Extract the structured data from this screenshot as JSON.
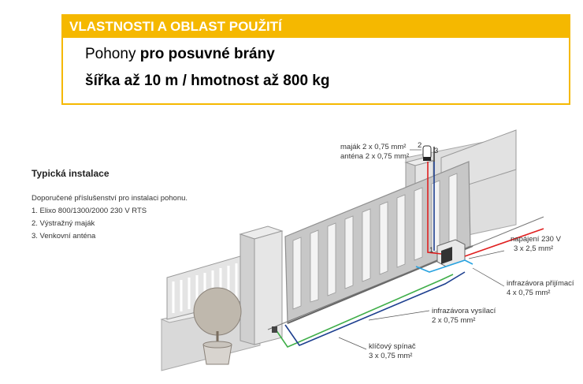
{
  "box": {
    "header": "VLASTNOSTI A OBLAST POUŽITÍ",
    "line1_prefix": "Pohony ",
    "line1_bold": "pro posuvné brány",
    "line2": "šířka až 10 m / hmotnost až 800 kg"
  },
  "install": {
    "title": "Typická instalace",
    "intro": "Doporučené příslušenství pro instalaci pohonu.",
    "items": [
      "1.  Elixo 800/1300/2000 230 V RTS",
      "2.  Výstražný maják",
      "3.  Venkovní anténa"
    ]
  },
  "labels": {
    "beacon": "maják 2 x 0,75 mm²",
    "antenna": "anténa 2 x 0,75 mm²",
    "power_title": "napájení 230 V",
    "power_spec": "3 x 2,5 mm²",
    "receiver_title": "infrazávora přijímací",
    "receiver_spec": "4 x 0,75 mm²",
    "transmitter_title": "infrazávora vysílací",
    "transmitter_spec": "2 x 0,75 mm²",
    "keyswitch_title": "klíčový spínač",
    "keyswitch_spec": "3 x 0,75 mm²",
    "num1": "1",
    "num2": "2",
    "num3": "3"
  },
  "colors": {
    "accent": "#f5b800",
    "wire_green": "#3fae49",
    "wire_blue": "#1d3f8f",
    "wire_red": "#e02020",
    "wire_lightblue": "#29a3e0"
  }
}
